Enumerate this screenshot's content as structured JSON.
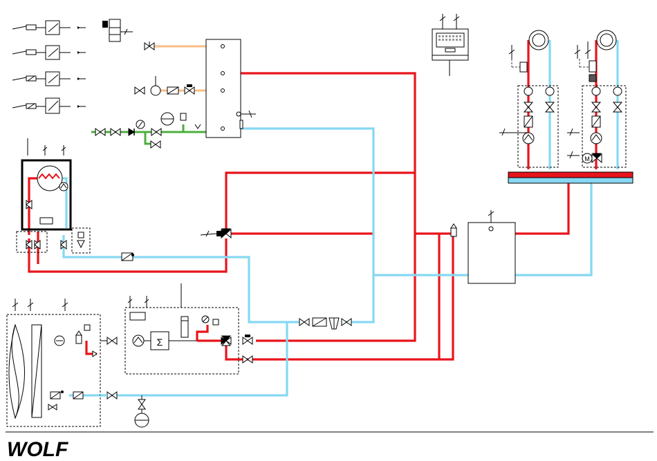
{
  "brand": {
    "logo_text": "WOLF"
  },
  "colors": {
    "heating_flow": "#e8141b",
    "heating_return": "#86d8f2",
    "hot_water": "#f8bd84",
    "cold_water": "#4caf3c"
  },
  "icons": {
    "valve": "valve-icon",
    "pump": "pump-icon",
    "three_way_valve": "three-way-valve-icon",
    "sensor": "sensor-icon",
    "radiator": "radiator-icon",
    "expansion_vessel": "expansion-vessel-icon",
    "controller": "controller-icon",
    "storage_tank": "storage-tank-icon",
    "boiler": "boiler-icon",
    "heat_pump": "heat-pump-icon",
    "motor": "motor-icon"
  },
  "labels": {
    "motor_symbol": "M",
    "sum_symbol": "Σ"
  }
}
